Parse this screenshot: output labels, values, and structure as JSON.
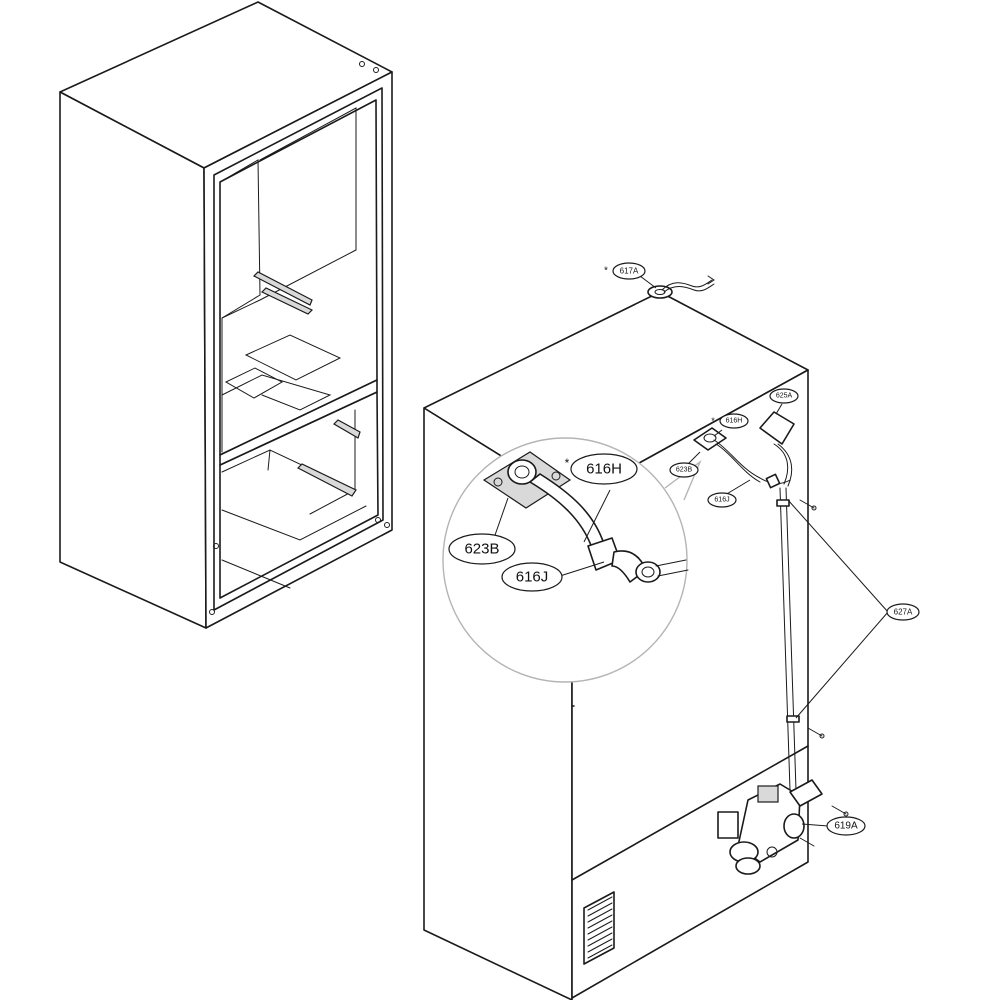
{
  "colors": {
    "line": "#1a1a1a",
    "background": "#ffffff",
    "shade": "#d9d9d9"
  },
  "callouts": {
    "c617A": "617A",
    "c616H_small": "616H",
    "c625A": "625A",
    "c623B_small": "623B",
    "c616J_small": "616J",
    "c627A": "627A",
    "c619A": "619A",
    "c616H_large": "616H",
    "c623B_large": "623B",
    "c616J_large": "616J"
  },
  "markers": {
    "asterisk": "*"
  }
}
